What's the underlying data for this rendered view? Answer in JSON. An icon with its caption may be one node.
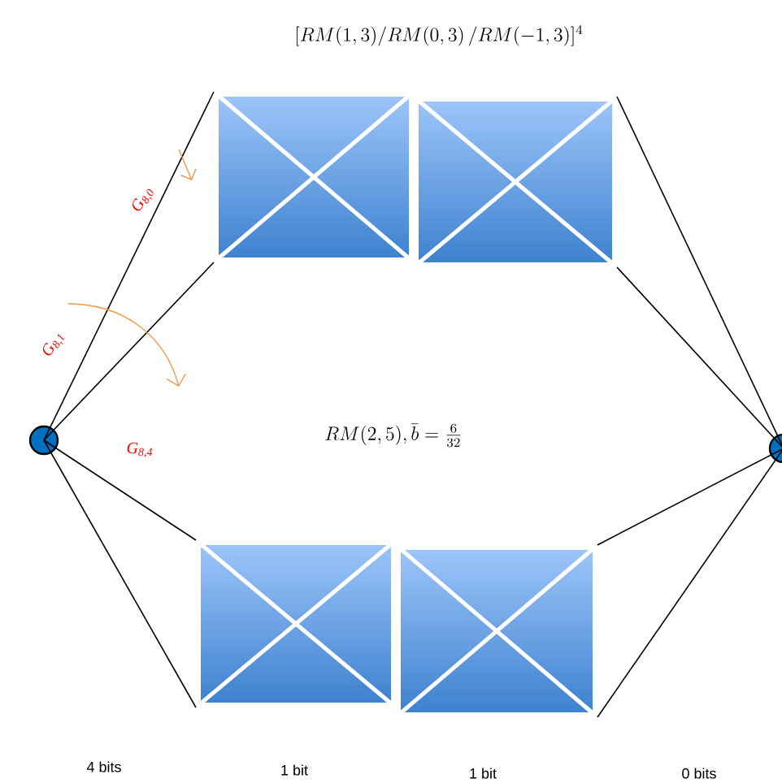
{
  "diagram": {
    "title": "[RM(1,3)/RM(0,3)\\,/RM(-1,3)]^{4}",
    "nodes": [
      {
        "text": [],
        "shape": "circle"
      },
      {
        "text": [],
        "shape": "circle"
      },
      {
        "text": [],
        "shape": "box"
      },
      {
        "text": [],
        "shape": "box"
      },
      {
        "text": [],
        "shape": "box"
      },
      {
        "text": [],
        "shape": "box"
      }
    ],
    "edges": [
      {
        "from": 0,
        "to": 2,
        "arrow": "none"
      },
      {
        "from": 0,
        "to": 2,
        "arrow": "none"
      },
      {
        "from": 0,
        "to": 4,
        "arrow": "none"
      },
      {
        "from": 0,
        "to": 4,
        "arrow": "none"
      },
      {
        "from": 3,
        "to": 1,
        "arrow": "none"
      },
      {
        "from": 3,
        "to": 1,
        "arrow": "none"
      },
      {
        "from": 5,
        "to": 1,
        "arrow": "none"
      },
      {
        "from": 5,
        "to": 1,
        "arrow": "none"
      }
    ],
    "labels": [
      "G$_{8,0}$",
      "G$_{8,1}$",
      "RM(2,5),\\bar{b}=\\frac{6}{32}",
      "G$_{8,4}$",
      "4 bits",
      "1 bit",
      "1 bit",
      "0 bits"
    ]
  }
}
